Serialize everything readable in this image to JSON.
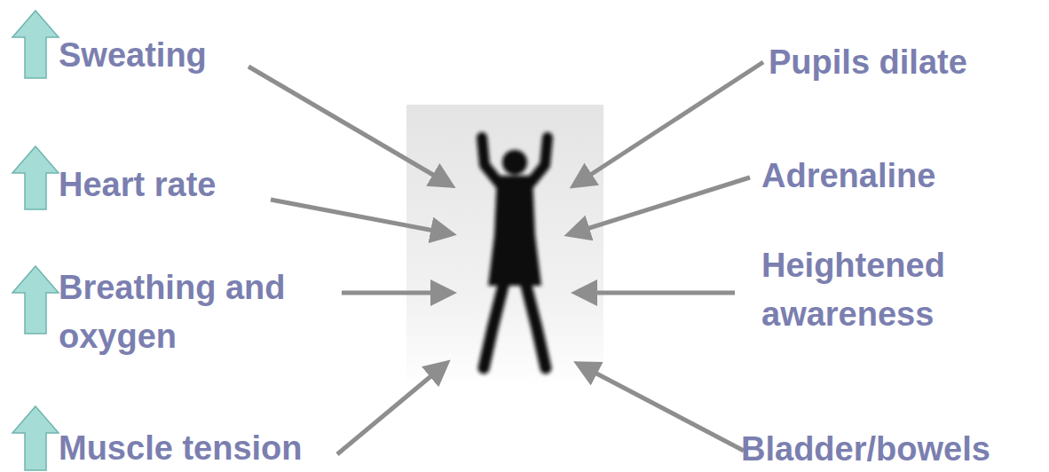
{
  "diagram": {
    "labels": [
      "Sweating",
      "Pupils dilate",
      "Heart rate",
      "Adrenaline",
      "Breathing and oxygen",
      "Heightened awareness",
      "Muscle tension",
      "Bladder/bowels"
    ]
  }
}
